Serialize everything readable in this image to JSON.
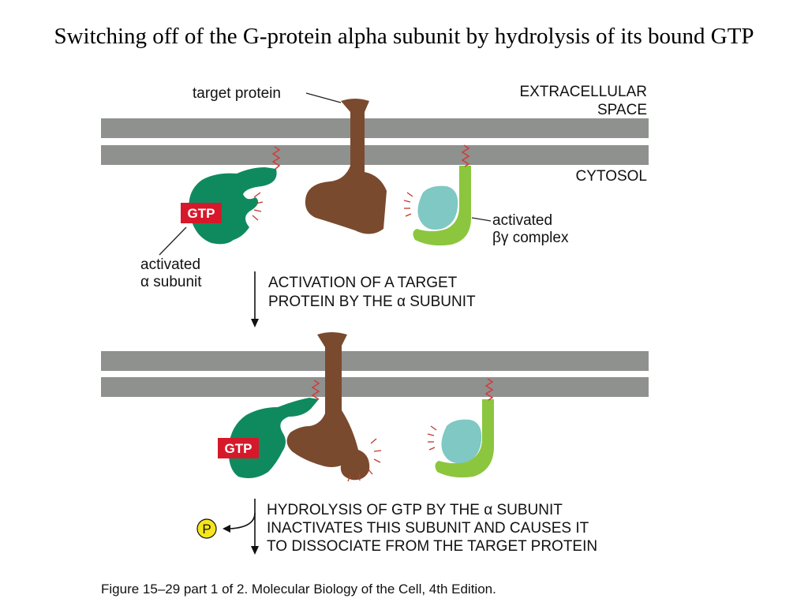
{
  "title": "Switching off of the G-protein alpha subunit by hydrolysis of its bound GTP",
  "panel_top": {
    "target_protein_label": "target protein",
    "extracellular_line1": "EXTRACELLULAR",
    "extracellular_line2": "SPACE",
    "cytosol_label": "CYTOSOL",
    "gtp_badge": "GTP",
    "alpha_label_line1": "activated",
    "alpha_label_line2": "α subunit",
    "beta_gamma_line1": "activated",
    "beta_gamma_line2": "βγ complex"
  },
  "step1": {
    "line1": "ACTIVATION OF A TARGET",
    "line2": "PROTEIN BY THE α SUBUNIT"
  },
  "panel_bottom": {
    "gtp_badge": "GTP"
  },
  "step2": {
    "phosphate_label": "P",
    "line1": "HYDROLYSIS OF GTP BY THE α SUBUNIT",
    "line2": "INACTIVATES THIS SUBUNIT AND CAUSES IT",
    "line3": "TO DISSOCIATE FROM THE TARGET PROTEIN"
  },
  "caption": "Figure 15–29 part 1 of 2. Molecular Biology of the Cell, 4th Edition.",
  "colors": {
    "membrane": "#8f918e",
    "alpha_subunit": "#0f8a5f",
    "target_protein": "#7a4a2e",
    "beta_subunit": "#7fc8c3",
    "gamma_subunit": "#8cc63e",
    "gtp_badge": "#d7182a",
    "phosphate": "#f5e61c",
    "lipid_anchor": "#d23b3b"
  }
}
